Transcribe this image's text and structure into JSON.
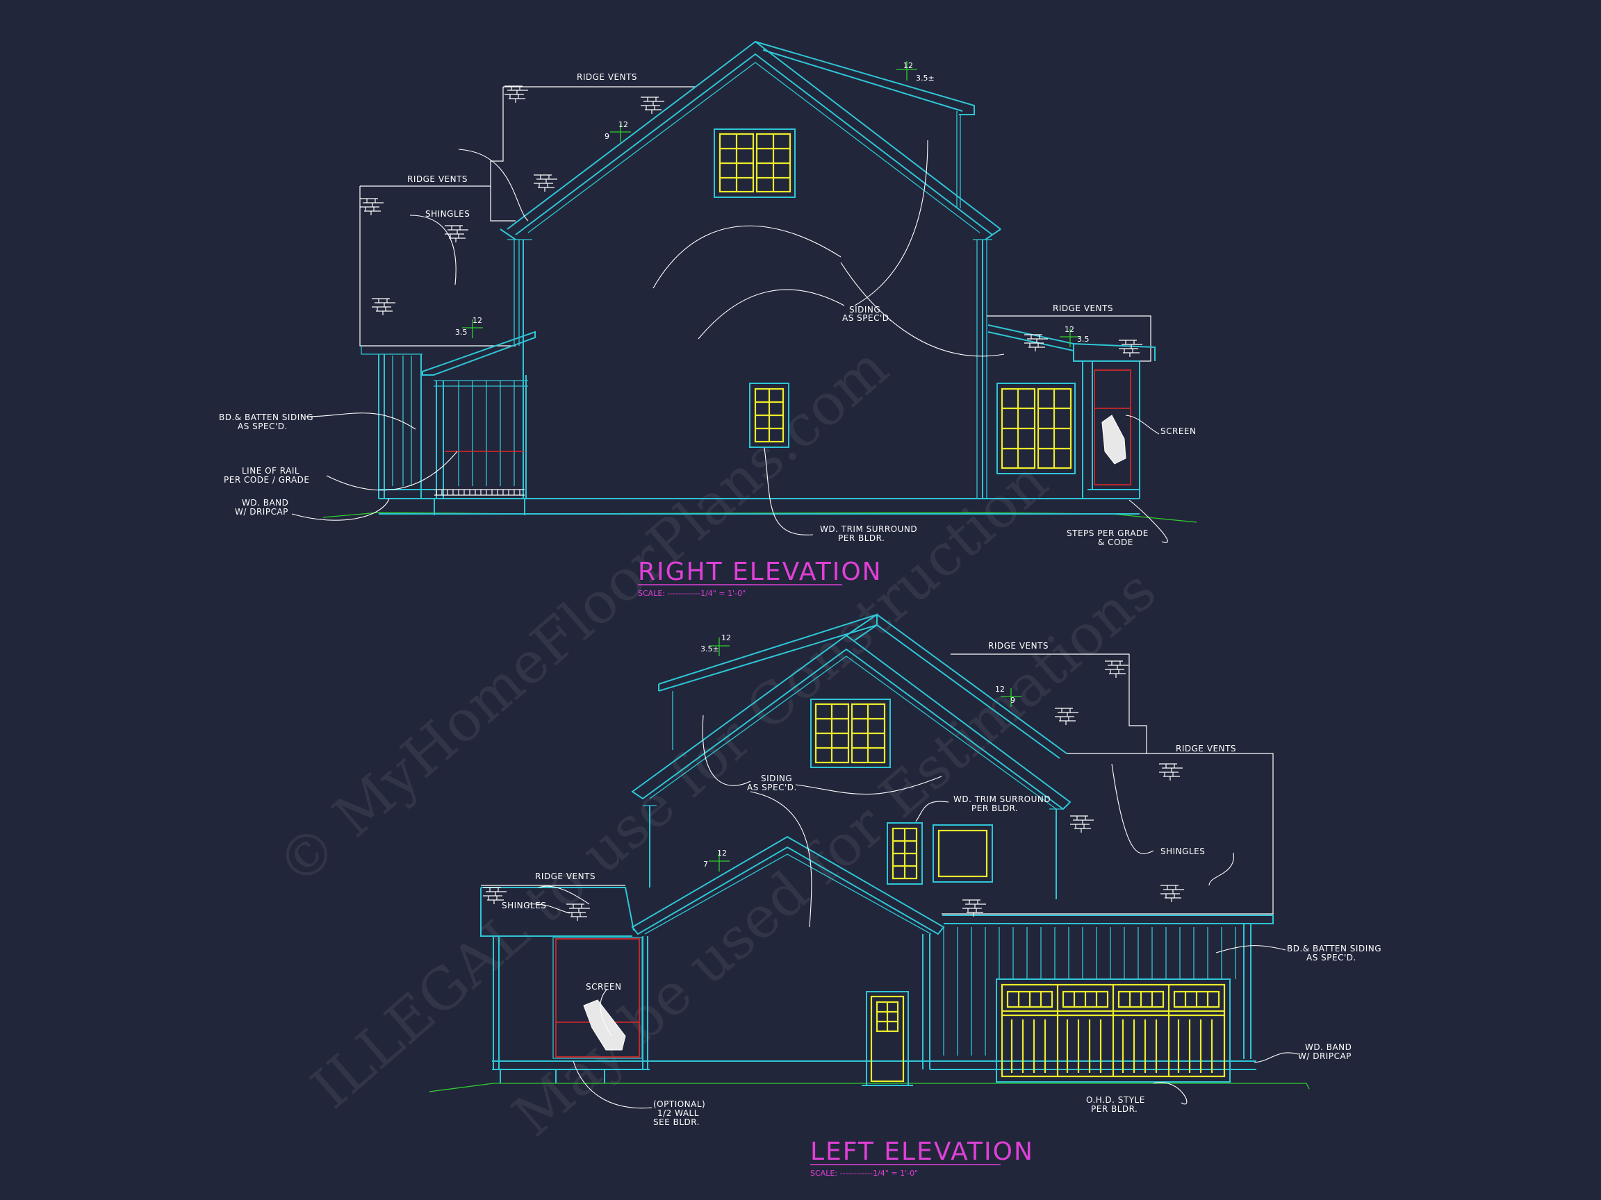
{
  "watermark": {
    "line1": "© MyHomeFloorPlans.com",
    "line2": "ILLEGAL to use for Construction",
    "line3": "May be used for Estimations"
  },
  "right_elevation": {
    "title": "RIGHT ELEVATION",
    "scale": "SCALE: ------------1/4\" = 1'-0\"",
    "labels": {
      "ridge_vents_1": "RIDGE VENTS",
      "ridge_vents_2": "RIDGE VENTS",
      "ridge_vents_3": "RIDGE VENTS",
      "shingles": "SHINGLES",
      "siding_l1": "SIDING",
      "siding_l2": "AS SPEC'D.",
      "batten_l1": "BD.& BATTEN SIDING",
      "batten_l2": "AS SPEC'D.",
      "rail_l1": "LINE OF RAIL",
      "rail_l2": "PER CODE / GRADE",
      "band_l1": "WD. BAND",
      "band_l2": "W/ DRIPCAP",
      "trim_l1": "WD. TRIM SURROUND",
      "trim_l2": "PER BLDR.",
      "screen": "SCREEN",
      "steps_l1": "STEPS PER GRADE",
      "steps_l2": "& CODE"
    },
    "pitches": {
      "p1_rise": "12",
      "p1_run": "3.5±",
      "p2_rise": "12",
      "p2_run": "9",
      "p3_rise": "12",
      "p3_run": "3.5",
      "p4_rise": "12",
      "p4_run": "3.5"
    }
  },
  "left_elevation": {
    "title": "LEFT ELEVATION",
    "scale": "SCALE: ------------1/4\" = 1'-0\"",
    "labels": {
      "ridge_vents_1": "RIDGE VENTS",
      "ridge_vents_2": "RIDGE VENTS",
      "ridge_vents_3": "RIDGE VENTS",
      "shingles_1": "SHINGLES",
      "shingles_2": "SHINGLES",
      "siding_l1": "SIDING",
      "siding_l2": "AS SPEC'D.",
      "trim_l1": "WD. TRIM SURROUND",
      "trim_l2": "PER BLDR.",
      "screen": "SCREEN",
      "batten_l1": "BD.& BATTEN SIDING",
      "batten_l2": "AS SPEC'D.",
      "band_l1": "WD. BAND",
      "band_l2": "W/ DRIPCAP",
      "ohd_l1": "O.H.D. STYLE",
      "ohd_l2": "PER BLDR.",
      "half_l1": "(OPTIONAL)",
      "half_l2": "1/2 WALL",
      "half_l3": "SEE BLDR."
    },
    "pitches": {
      "p1_rise": "12",
      "p1_run": "3.5±",
      "p2_rise": "12",
      "p2_run": "9",
      "p3_rise": "12",
      "p3_run": "7"
    }
  }
}
